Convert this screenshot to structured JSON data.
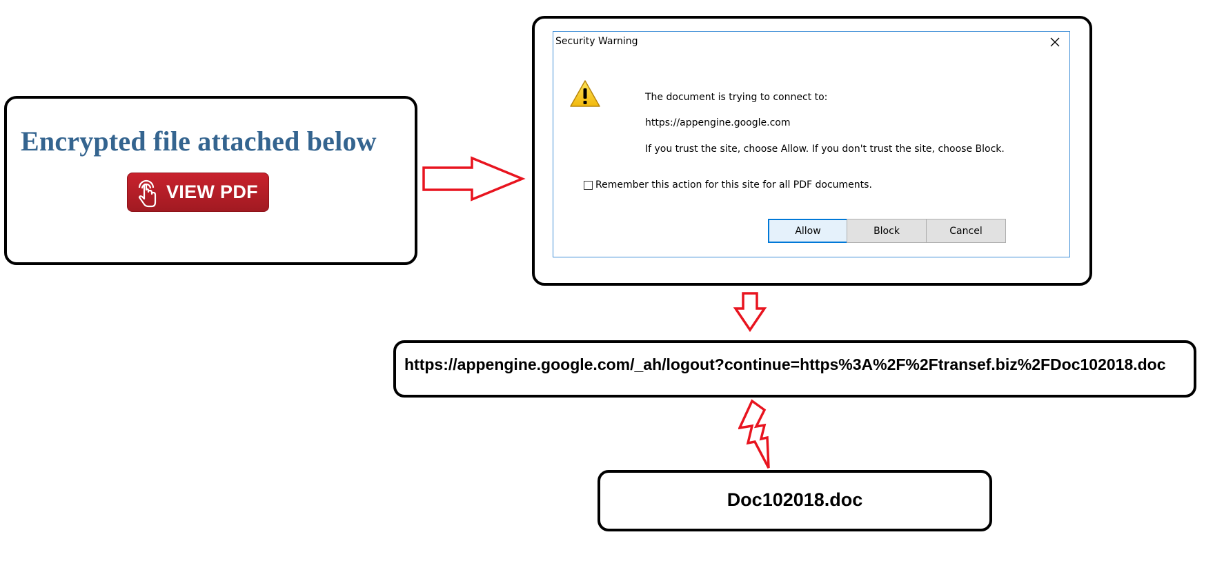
{
  "pdf_lure": {
    "heading": "Encrypted file attached below",
    "button_label": "VIEW PDF",
    "heading_color": "#34648f",
    "button_color": "#b71e28",
    "button_icon": "touch-hand-icon"
  },
  "security_dialog": {
    "title": "Security Warning",
    "icon": "warning-icon",
    "message_line1": "The document is trying to connect to:",
    "url": "https://appengine.google.com",
    "message_line3": "If you trust the site, choose Allow. If you don't trust the site, choose Block.",
    "remember_label": "Remember this action for this site for all PDF documents.",
    "remember_checked": false,
    "buttons": {
      "allow": "Allow",
      "block": "Block",
      "cancel": "Cancel"
    },
    "border_color": "#3c8dd6"
  },
  "redirect_url": "https://appengine.google.com/_ah/logout?continue=https%3A%2F%2Ftransef.biz%2FDoc102018.doc",
  "payload_file": "Doc102018.doc",
  "arrow_color": "#e8141f"
}
